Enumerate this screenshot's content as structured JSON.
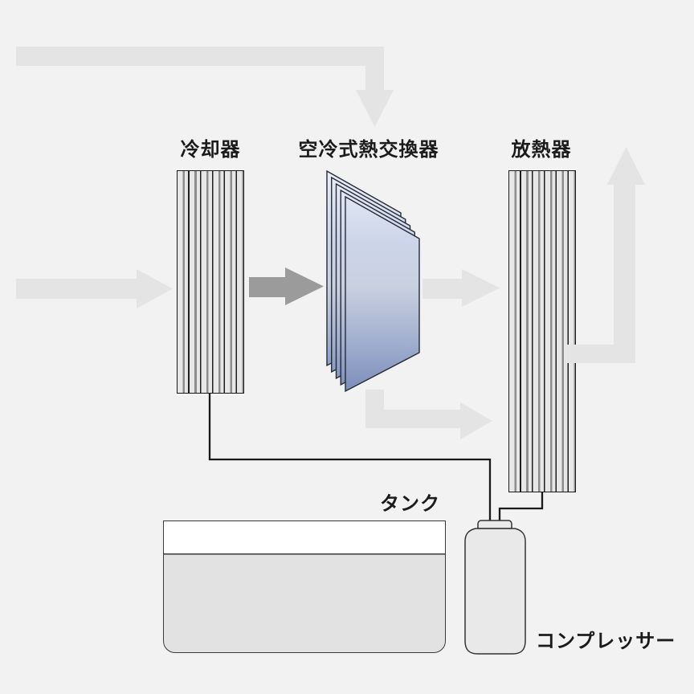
{
  "diagram": {
    "type": "cooling-system-schematic",
    "labels": {
      "cooler": "冷却器",
      "heat_exchanger": "空冷式熱交換器",
      "radiator": "放熱器",
      "tank": "タンク",
      "compressor": "コンプレッサー"
    },
    "icons": {
      "airflow_arrows": [
        "arrow-down-icon",
        "arrow-right-icon",
        "arrow-right-icon",
        "arrow-right-elbow-icon",
        "arrow-up-elbow-icon"
      ],
      "main_flow_arrow": "arrow-right-icon"
    },
    "colors": {
      "background": "#f2f2f2",
      "airflow_arrow": "#e4e4e4",
      "main_flow_arrow": "#9b9b9b",
      "pipe_line": "#1a1a1a",
      "component_fill": "#e7e7e7",
      "fin_gray": "#8d8d8d",
      "fin_dark": "#1e1e1e",
      "tank_top": "#ffffff",
      "tank_liquid": "#e2e2e2",
      "compressor_fill": "#e9e9e9",
      "compressor_stroke": "#333333",
      "plate_border": "#262a36",
      "plate_gradient_top": "#eaeef7",
      "plate_gradient_upper": "#ccd5e9",
      "plate_gradient_mid": "#c9d0e0",
      "plate_gradient_lower": "#9fadce",
      "plate_gradient_bottom": "#78method"
    }
  }
}
